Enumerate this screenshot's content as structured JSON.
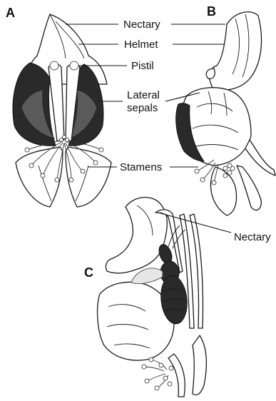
{
  "panels": {
    "a": "A",
    "b": "B",
    "c": "C"
  },
  "labels": {
    "nectary": "Nectary",
    "helmet": "Helmet",
    "pistil": "Pistil",
    "lateral_line1": "Lateral",
    "lateral_line2": "sepals",
    "stamens": "Stamens",
    "nectary_c": "Nectary"
  }
}
